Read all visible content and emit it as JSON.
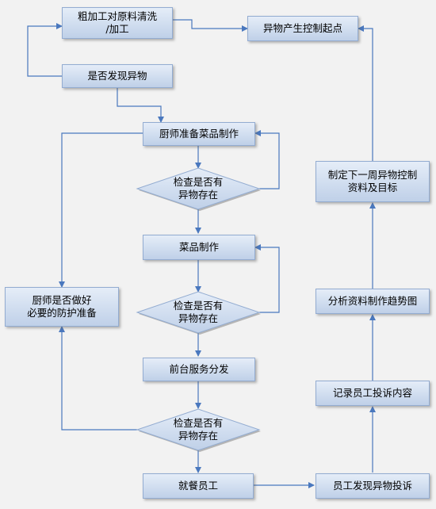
{
  "flowchart": {
    "nodes": {
      "rough_process": "粗加工对原料清洗\n/加工",
      "foreign_found": "是否发现异物",
      "control_start": "异物产生控制起点",
      "chef_prepare": "厨师准备菜品制作",
      "check": "检查是否有\n异物存在",
      "dish_make": "菜品制作",
      "front_serve": "前台服务分发",
      "chef_protect": "厨师是否做好\n必要的防护准备",
      "customer_staff": "就餐员工",
      "staff_complaint": "员工发现异物投诉",
      "record_complaint": "记录员工投诉内容",
      "analyze_trend": "分析资料制作趋势图",
      "next_week_plan": "制定下一周异物控制\n资料及目标"
    }
  }
}
